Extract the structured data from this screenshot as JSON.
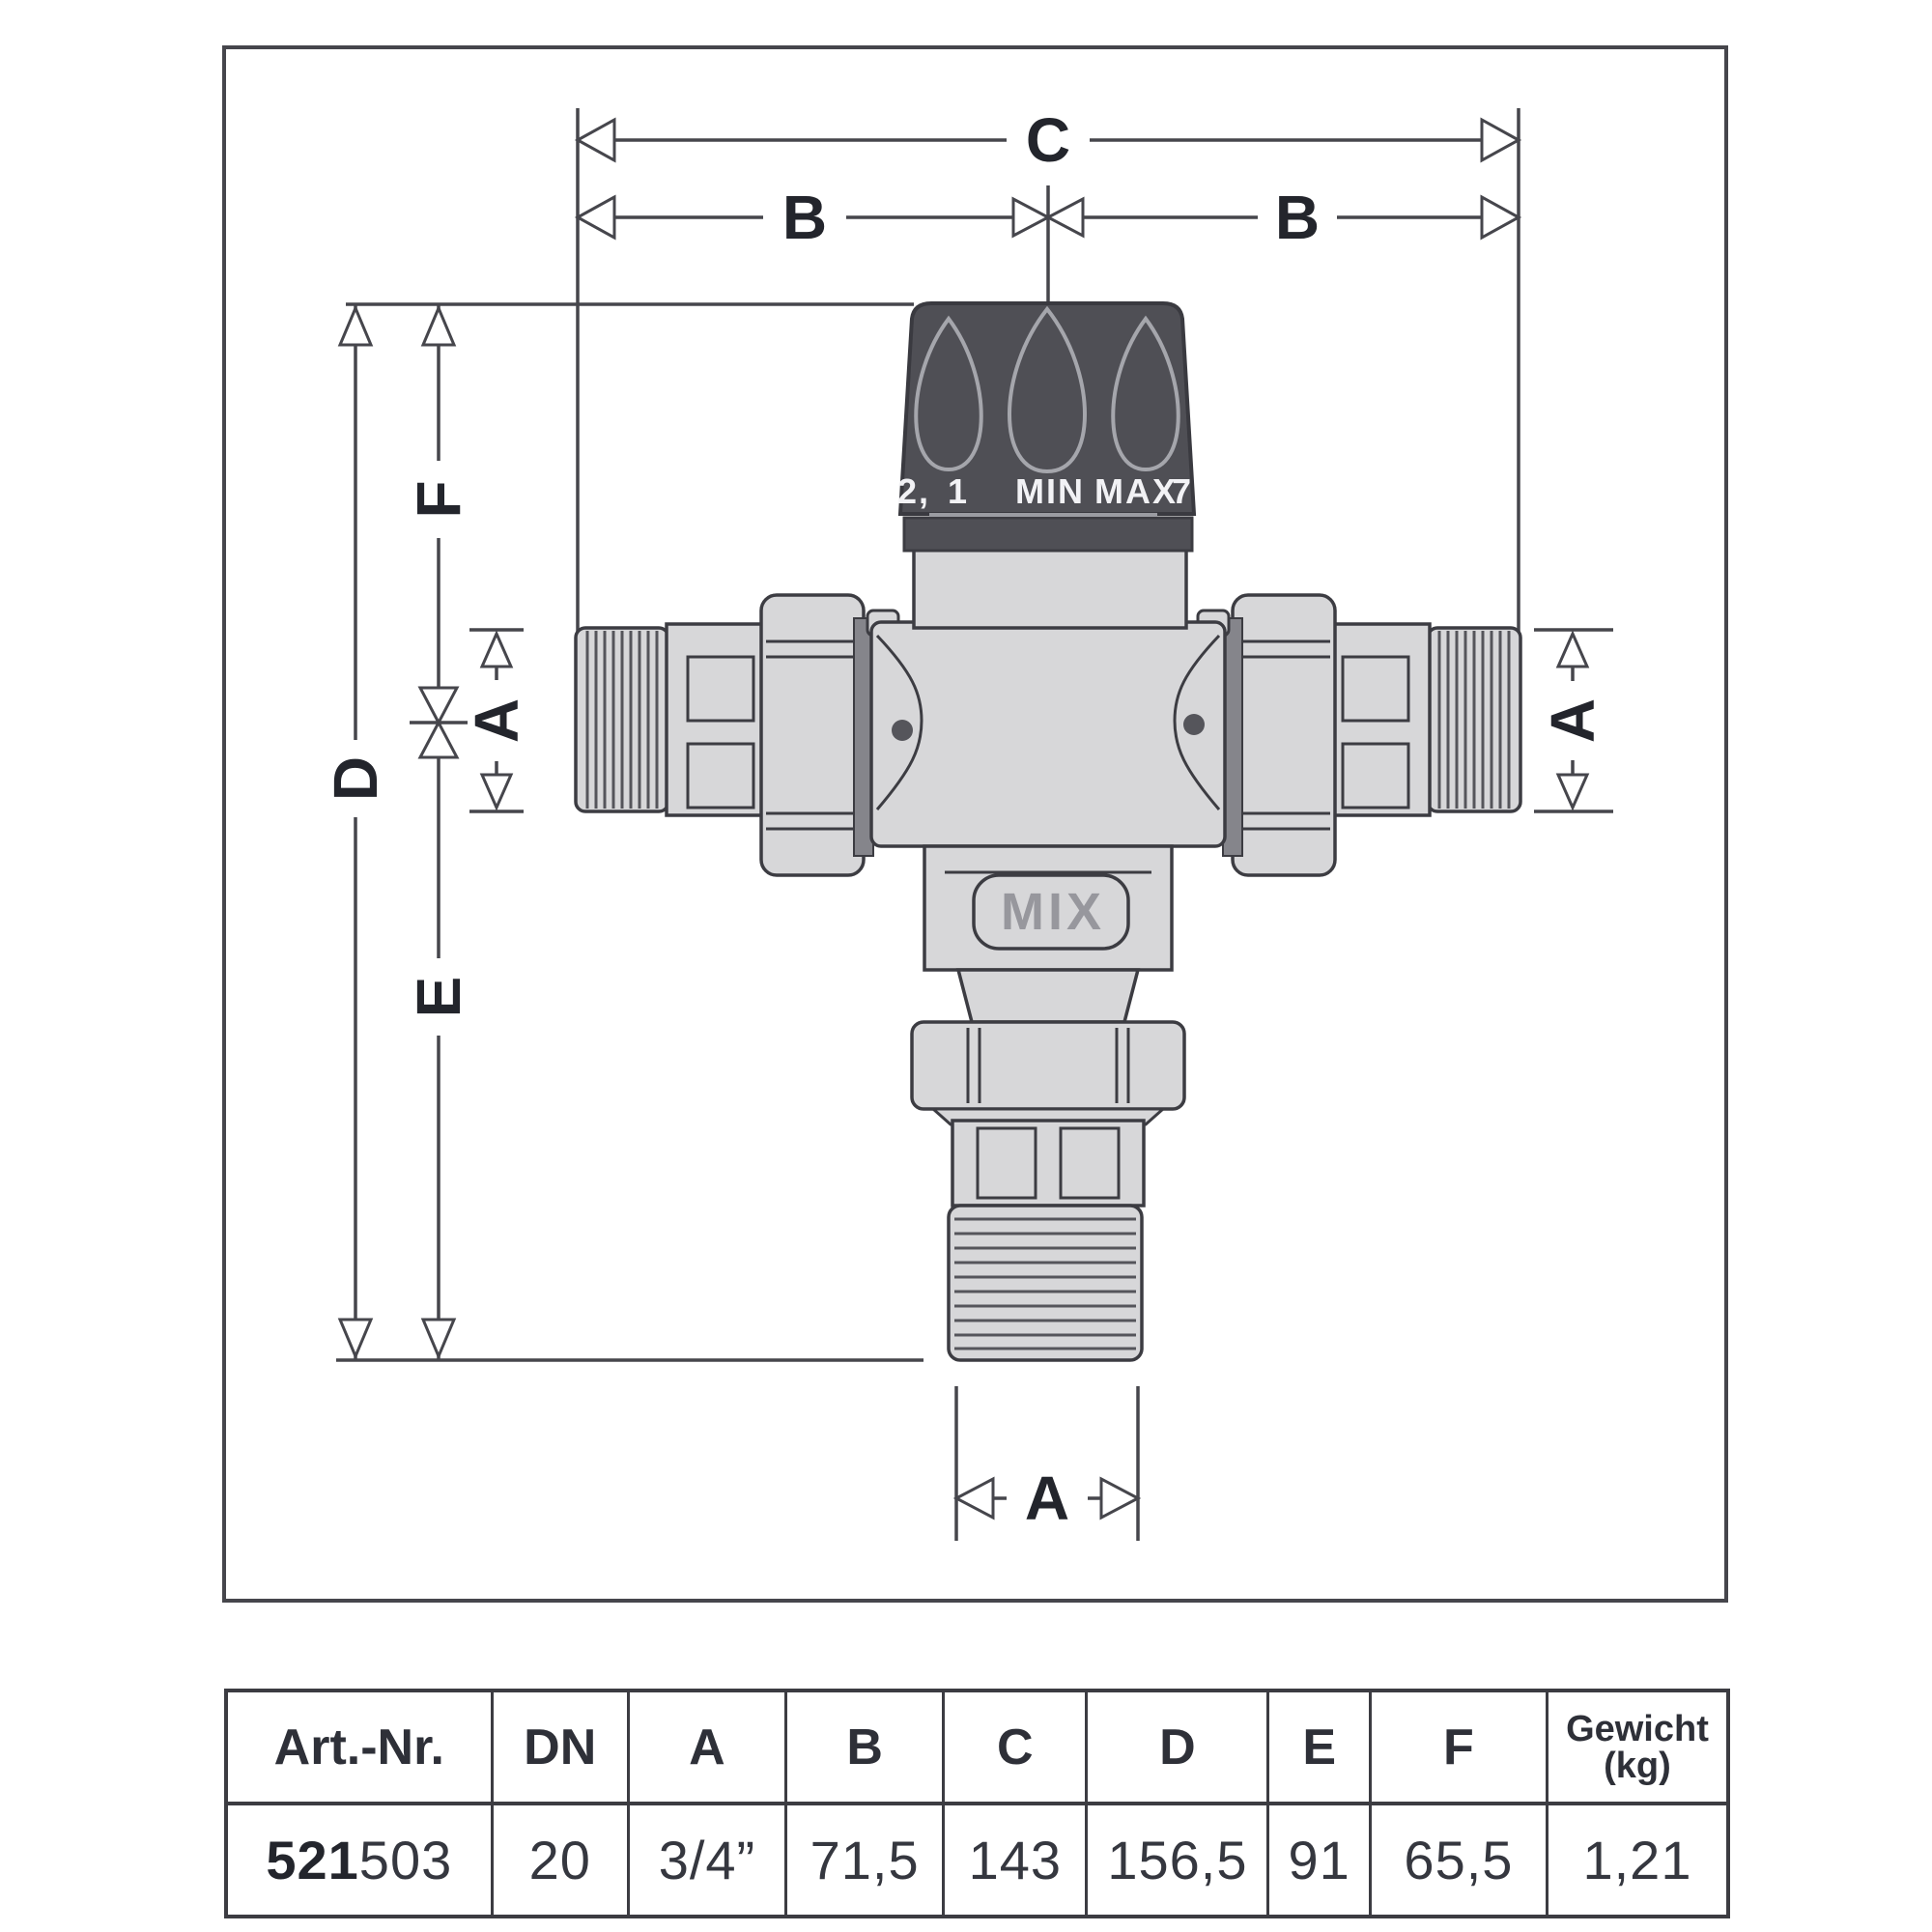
{
  "diagram": {
    "dimension_labels": {
      "c": "C",
      "b_left": "B",
      "b_right": "B",
      "d": "D",
      "f": "F",
      "e": "E",
      "a_left": "A",
      "a_right": "A",
      "a_bottom": "A"
    },
    "knob_scale": {
      "mark_2": "2,",
      "mark_1": "1",
      "min": "MIN",
      "max": "MAX",
      "mark_7": "7"
    },
    "body_badge": "MIX",
    "colors": {
      "outline": "#3c3c42",
      "metal_fill": "#d7d7d9",
      "knob_fill": "#4f4f55",
      "gasket_fill": "#85858b",
      "dimension_line": "#46464c",
      "label_text": "#23252c",
      "badge_text": "#97979d",
      "scale_text": "#f2f2f5"
    }
  },
  "table": {
    "headers": [
      "Art.-Nr.",
      "DN",
      "A",
      "B",
      "C",
      "D",
      "E",
      "F"
    ],
    "weight_header": {
      "line1": "Gewicht",
      "line2": "(kg)"
    },
    "row": {
      "art_prefix": "521",
      "art_suffix": "503",
      "dn": "20",
      "a": "3/4”",
      "b": "71,5",
      "c": "143",
      "d": "156,5",
      "e": "91",
      "f": "65,5",
      "weight": "1,21"
    }
  }
}
